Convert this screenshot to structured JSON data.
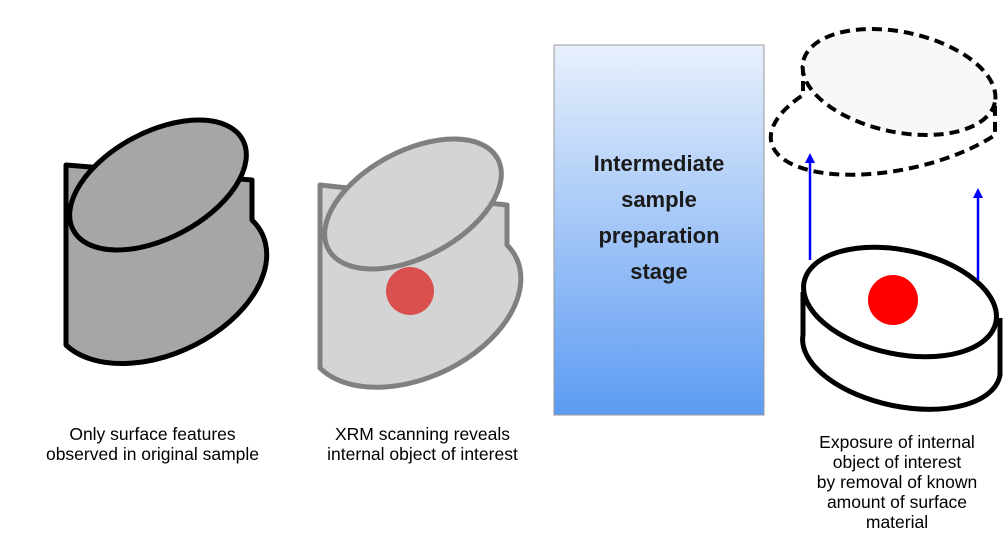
{
  "panels": {
    "original_sample": {
      "caption_lines": [
        "Only surface features",
        "observed in original sample"
      ]
    },
    "xrm_scan": {
      "caption_lines": [
        "XRM scanning reveals",
        "internal object of interest"
      ]
    },
    "intermediate_stage": {
      "label_lines": [
        "Intermediate",
        "sample",
        "preparation",
        "stage"
      ]
    },
    "exposure": {
      "caption_lines": [
        "Exposure of internal",
        "object of interest",
        "by removal of known",
        "amount of surface",
        "material"
      ]
    }
  },
  "colors": {
    "original_fill": "#a6a6a6",
    "xrm_fill": "#d4d4d4",
    "xrm_outline": "#808080",
    "internal_object_red": "#d9504f",
    "exposed_object_red": "#ff0000",
    "stage_gradient_top": "#e8f0fc",
    "stage_gradient_bottom": "#5c9bf2",
    "arrow_blue": "#0000ff"
  }
}
